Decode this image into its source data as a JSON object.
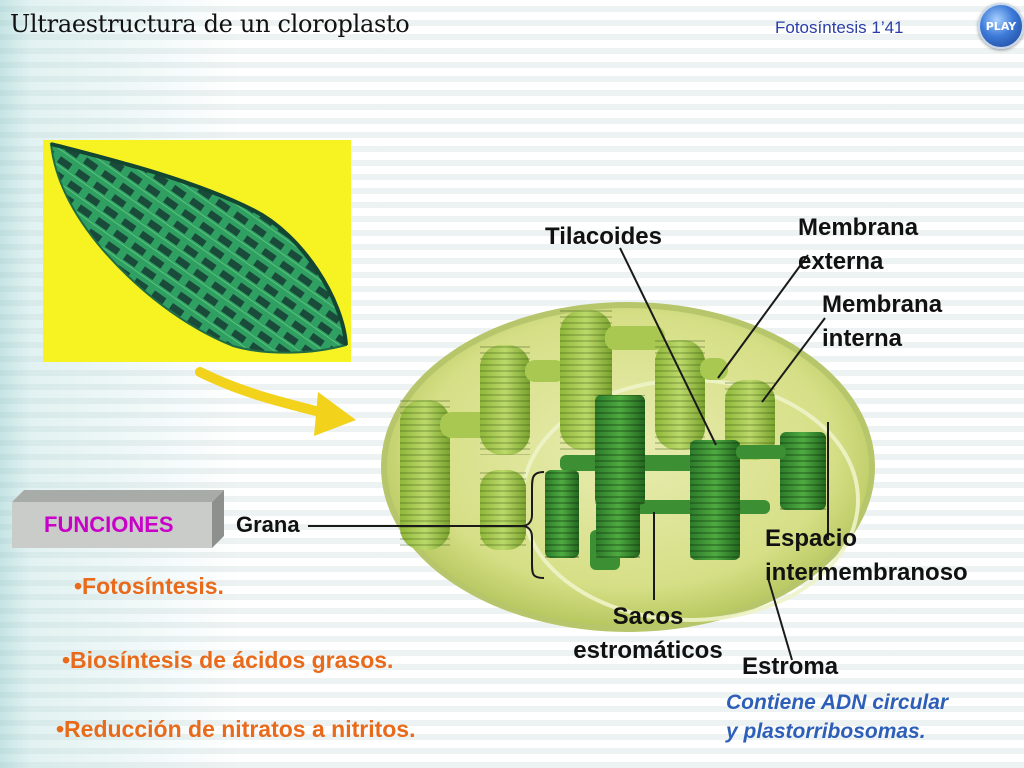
{
  "title": "Ultraestructura de un cloroplasto",
  "subtitle": "Fotosíntesis 1’41",
  "play_button": {
    "label": "PLAY"
  },
  "labels": {
    "tilacoides": "Tilacoides",
    "membrana_externa": "Membrana\nexterna",
    "membrana_interna": "Membrana\ninterna",
    "grana": "Grana",
    "espacio_intermembranoso": "Espacio\nintermembranoso",
    "sacos_estromaticos": "Sacos\nestromáticos",
    "estroma": "Estroma"
  },
  "funciones": {
    "heading": "FUNCIONES",
    "items": [
      "•Fotosíntesis.",
      "•Biosíntesis de ácidos grasos.",
      "•Reducción de nitratos a nitritos."
    ]
  },
  "note": "Contiene ADN circular\ny plastorribosomas.",
  "colors": {
    "title": "#111111",
    "subtitle": "#2a3ea8",
    "funciones_heading": "#c800c8",
    "function_items": "#e86a1a",
    "note": "#2e5fb8",
    "micrograph_background": "#f7f222",
    "arrow": "#f2d21a"
  }
}
